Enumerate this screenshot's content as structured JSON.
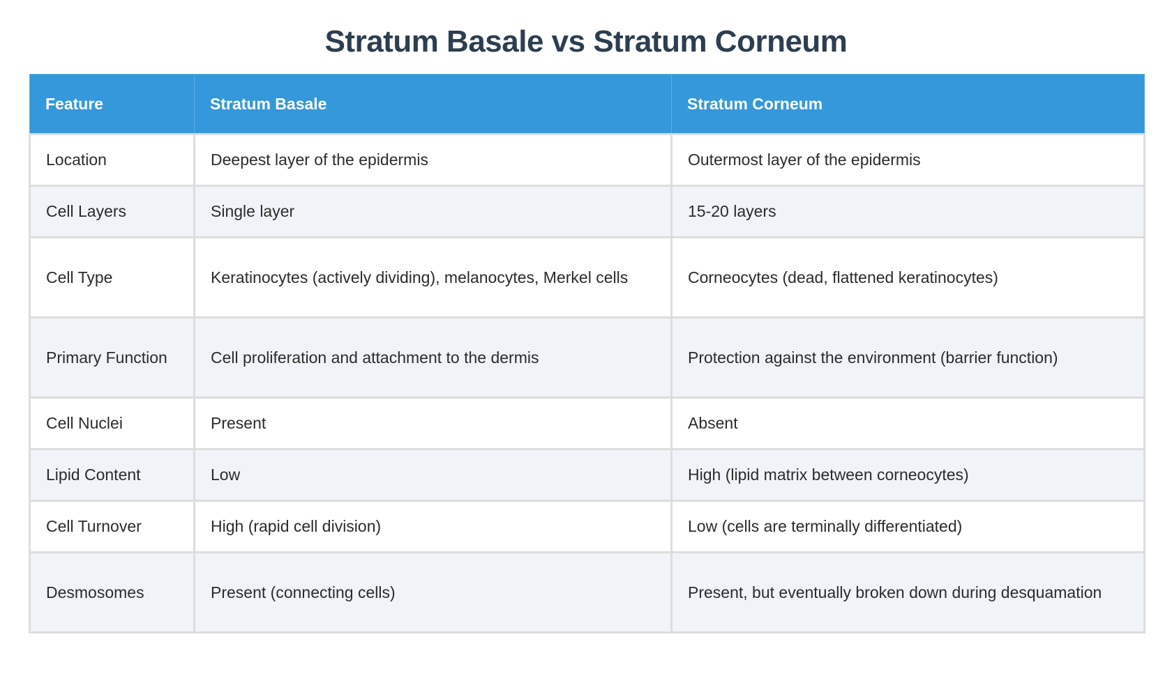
{
  "title": "Stratum Basale vs Stratum Corneum",
  "table": {
    "headers": [
      "Feature",
      "Stratum Basale",
      "Stratum Corneum"
    ],
    "rows": [
      [
        "Location",
        "Deepest layer of the epidermis",
        "Outermost layer of the epidermis"
      ],
      [
        "Cell Layers",
        "Single layer",
        "15-20 layers"
      ],
      [
        "Cell Type",
        "Keratinocytes (actively dividing), melanocytes, Merkel cells",
        "Corneocytes (dead, flattened keratinocytes)"
      ],
      [
        "Primary Function",
        "Cell proliferation and attachment to the dermis",
        "Protection against the environment (barrier function)"
      ],
      [
        "Cell Nuclei",
        "Present",
        "Absent"
      ],
      [
        "Lipid Content",
        "Low",
        "High (lipid matrix between corneocytes)"
      ],
      [
        "Cell Turnover",
        "High (rapid cell division)",
        "Low (cells are terminally differentiated)"
      ],
      [
        "Desmosomes",
        "Present (connecting cells)",
        "Present, but eventually broken down during desquamation"
      ]
    ]
  },
  "colors": {
    "title": "#2c3e50",
    "header_bg": "#3498db",
    "header_text": "#ffffff",
    "row_alt_bg": "#f0f4f9",
    "border": "#dddddd"
  }
}
